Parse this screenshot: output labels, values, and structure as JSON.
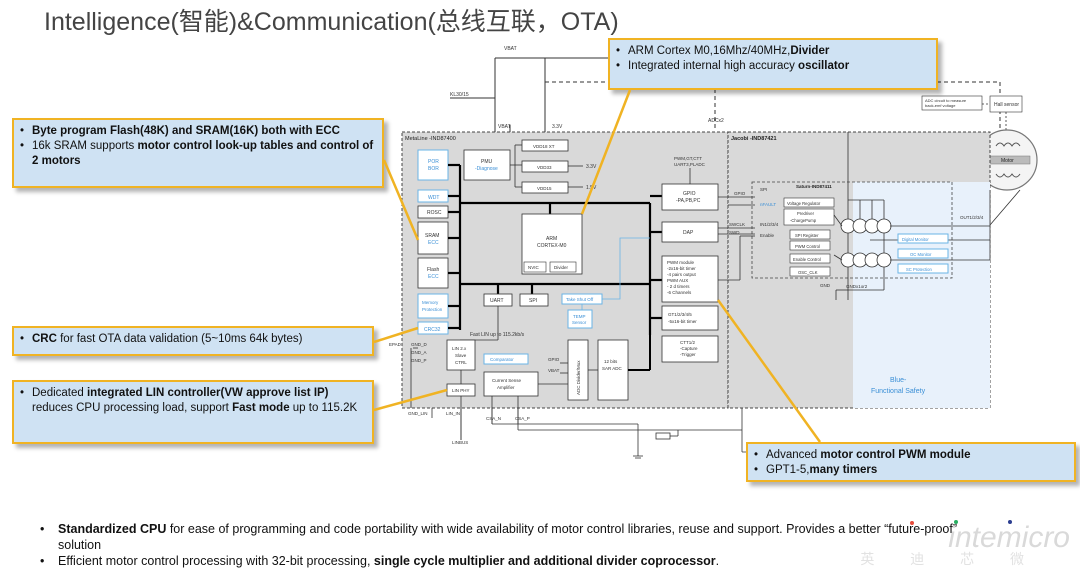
{
  "title": "Intelligence(智能)&Communication(总线互联，OTA)",
  "callouts": {
    "flash": {
      "line1": [
        {
          "t": "Byte program Flash(48K) and SRAM(16K) both with ECC",
          "b": true
        }
      ],
      "line2": [
        {
          "t": "16k SRAM supports ",
          "b": false
        },
        {
          "t": "motor control look-up tables and control of 2 motors",
          "b": true
        }
      ]
    },
    "crc": {
      "line1": [
        {
          "t": "CRC",
          "b": true
        },
        {
          "t": " for fast OTA data validation (5~10ms 64k bytes)",
          "b": false
        }
      ]
    },
    "lin": {
      "line1": [
        {
          "t": "Dedicated ",
          "b": false
        },
        {
          "t": "integrated LIN controller(VW approve list IP)",
          "b": true
        },
        {
          "t": " reduces CPU processing load, support ",
          "b": false
        },
        {
          "t": "Fast mode",
          "b": true
        },
        {
          "t": " up to 115.2K",
          "b": false
        }
      ]
    },
    "arm": {
      "line1": [
        {
          "t": "ARM Cortex M0,16Mhz/40MHz,",
          "b": false
        },
        {
          "t": "Divider",
          "b": true
        }
      ],
      "line2": [
        {
          "t": "Integrated internal high accuracy ",
          "b": false
        },
        {
          "t": "oscillator",
          "b": true
        }
      ]
    },
    "pwm": {
      "line1": [
        {
          "t": "Advanced ",
          "b": false
        },
        {
          "t": "motor control PWM module",
          "b": true
        }
      ],
      "line2": [
        {
          "t": "GPT1-5,",
          "b": false
        },
        {
          "t": "many timers",
          "b": true
        }
      ]
    }
  },
  "bottom": {
    "line1": [
      {
        "t": "Standardized CPU",
        "b": true
      },
      {
        "t": " for ease of programming and code portability with wide availability of motor control libraries, reuse and support. Provides a better “future-proof” solution",
        "b": false
      }
    ],
    "line2": [
      {
        "t": "Efficient motor control processing with 32-bit processing, ",
        "b": false
      },
      {
        "t": "single cycle multiplier and additional divider coprocessor",
        "b": true
      },
      {
        "t": ".",
        "b": false
      }
    ]
  },
  "logo": {
    "main": "intemicro",
    "sub": "英 迪 芯 微"
  },
  "diagram": {
    "metaline": "MetaLine -IND87400",
    "jacobi": "Jacobi -IND87421",
    "saturn": "Saturn-IND87411",
    "pmu": [
      "PMU",
      "-Diagnose"
    ],
    "vdd18": "VDD18 XT",
    "vdd33": "VDD33",
    "vdd15": "VDD15",
    "v33": "3.3V",
    "v15": "1.5V",
    "por": [
      "POR",
      "BOR"
    ],
    "wdt": "WDT",
    "rosc": "ROSC",
    "sram": [
      "SRAM",
      "ECC"
    ],
    "flash": [
      "Flash",
      "ECC"
    ],
    "memprot": [
      "Memory",
      "Protection"
    ],
    "crc32": "CRC32",
    "arm": [
      "ARM",
      "CORTEX-M0"
    ],
    "nvic": "NVIC",
    "divider": "Divider",
    "uart": "UART",
    "spi": "SPI",
    "fast_lin": "Fast LIN up to 115.2kb/s",
    "lin20": [
      "LIN 2.x",
      "Slave",
      "CTRL"
    ],
    "linphy": "LIN PHY",
    "comparator": "Comparator",
    "csa": [
      "Current Sense",
      "Amplifier"
    ],
    "adc_div": "ADC Divider/Mux",
    "sar": [
      "12 bits",
      "SAR ADC"
    ],
    "temp": [
      "TEMP",
      "Sensor"
    ],
    "take_shutoff": "Take Shut Off",
    "gpio": [
      "GPIO",
      "-PA,PB,PC"
    ],
    "dap": "DAP",
    "pwm": [
      "PWM module",
      "-2x16-bit timer",
      "-4 pairs output",
      "PWM AUX",
      "- 2 d timers",
      "-6 Channels"
    ],
    "gt15": [
      "GT1/2/3/4/5",
      "-5x16-bit timer"
    ],
    "ct": [
      "CTT1/2",
      "-Capture",
      "-Trigger"
    ],
    "pwm_top": [
      "PWM,GT,CTT",
      "UART3,PLADC"
    ],
    "gpio_lbl": "GPIO",
    "swclk": "SWCLK",
    "swd": "SWD",
    "spi_lbl": "SPI",
    "nfault": "nFAULT",
    "in": "IN1/2/3/4",
    "enable": "Enable",
    "vreg": "Voltage Regulator",
    "predrv": [
      "Predriver",
      "-ChargePump"
    ],
    "spi_reg": "SPI Register",
    "pwm_ctrl": "PWM Control",
    "en_ctrl": "Enable Control",
    "osc": "OSC_CLK",
    "dig_mon": "Digital Monitor",
    "oc_mon": "OC Monitor",
    "sc_prot": "SC Protection",
    "out": "OUT1/2/3/4",
    "hall": "Hall sensor",
    "adc_note": [
      "ADC circuit to measure",
      "back-emf voltage"
    ],
    "motor": "Motor",
    "blue_fs": [
      "Blue-",
      "Functional Safety"
    ],
    "vbat_top": "VBAT",
    "vbat_in": "VBAT",
    "v33_in": "3.3V",
    "adcx2": "ADCx2",
    "kl30": "KL30/15",
    "epad": "EPAD",
    "gnd_d": "GND_D",
    "gnd_a": "GND_A",
    "gnd_p": "GND_P",
    "gnd_lin": "GND_LIN",
    "lin_in": "LIN_IN",
    "csa_n": "CSA_N",
    "csa_p": "CSA_P",
    "linbus": "LINBUS",
    "gnd_bot": "GND",
    "gnd12": "GNDx1or2",
    "gpio_small": "GPIO",
    "vbat_small": "VBAT"
  },
  "colors": {
    "accent": "#f0b323",
    "callout_bg": "#cfe2f3",
    "light_blue": "#6ab4e6",
    "gray_bg": "#d9d9d9"
  }
}
